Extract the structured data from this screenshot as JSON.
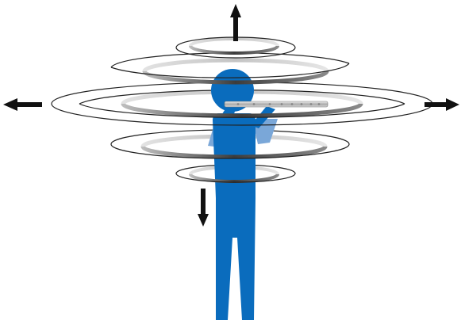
{
  "figure": {
    "subject": "flute-player-figure",
    "colors": {
      "figure": "#0a6cbd",
      "figure_light": "#7aa7d8",
      "ring_dark": "#3a3a3a",
      "ring_light": "#d2d2d2",
      "line": "#111111",
      "flute": "#c8c8c8"
    },
    "arrows": [
      "arrow-up",
      "arrow-left",
      "arrow-right",
      "arrow-down"
    ],
    "ring_levels": 5
  }
}
